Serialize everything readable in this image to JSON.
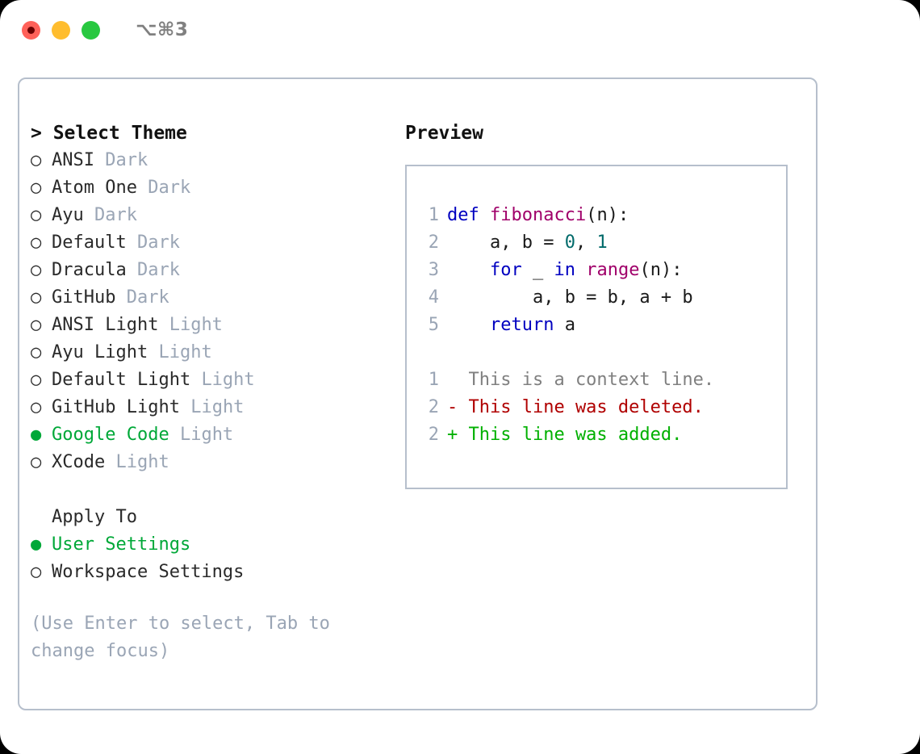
{
  "window": {
    "shortcut_label": "⌥⌘3",
    "traffic_lights": [
      "close-button",
      "minimize-button",
      "maximize-button"
    ]
  },
  "theme_picker": {
    "title": "> Select Theme",
    "bullet_selected": "●",
    "bullet_unselected": "○",
    "options": [
      {
        "name": "ANSI",
        "kind": "Dark",
        "selected": false
      },
      {
        "name": "Atom One",
        "kind": "Dark",
        "selected": false
      },
      {
        "name": "Ayu",
        "kind": "Dark",
        "selected": false
      },
      {
        "name": "Default",
        "kind": "Dark",
        "selected": false
      },
      {
        "name": "Dracula",
        "kind": "Dark",
        "selected": false
      },
      {
        "name": "GitHub",
        "kind": "Dark",
        "selected": false
      },
      {
        "name": "ANSI Light",
        "kind": "Light",
        "selected": false
      },
      {
        "name": "Ayu Light",
        "kind": "Light",
        "selected": false
      },
      {
        "name": "Default Light",
        "kind": "Light",
        "selected": false
      },
      {
        "name": "GitHub Light",
        "kind": "Light",
        "selected": false
      },
      {
        "name": "Google Code",
        "kind": "Light",
        "selected": true
      },
      {
        "name": "XCode",
        "kind": "Light",
        "selected": false
      }
    ]
  },
  "apply_to": {
    "header": "Apply To",
    "options": [
      {
        "name": "User Settings",
        "selected": true
      },
      {
        "name": "Workspace Settings",
        "selected": false
      }
    ]
  },
  "hint": "(Use Enter to select, Tab to change focus)",
  "preview": {
    "title": "Preview",
    "code_lines": [
      {
        "no": "1",
        "tokens": [
          {
            "t": "def ",
            "c": "kw"
          },
          {
            "t": "fibonacci",
            "c": "fn"
          },
          {
            "t": "(n):",
            "c": "plain"
          }
        ]
      },
      {
        "no": "2",
        "tokens": [
          {
            "t": "    a, b = ",
            "c": "plain"
          },
          {
            "t": "0",
            "c": "num"
          },
          {
            "t": ", ",
            "c": "plain"
          },
          {
            "t": "1",
            "c": "num"
          }
        ]
      },
      {
        "no": "3",
        "tokens": [
          {
            "t": "    ",
            "c": "plain"
          },
          {
            "t": "for",
            "c": "kw"
          },
          {
            "t": " _ ",
            "c": "plain"
          },
          {
            "t": "in",
            "c": "kw"
          },
          {
            "t": " ",
            "c": "plain"
          },
          {
            "t": "range",
            "c": "fn"
          },
          {
            "t": "(n):",
            "c": "plain"
          }
        ]
      },
      {
        "no": "4",
        "tokens": [
          {
            "t": "        a, b = b, a + b",
            "c": "plain"
          }
        ]
      },
      {
        "no": "5",
        "tokens": [
          {
            "t": "    ",
            "c": "plain"
          },
          {
            "t": "return",
            "c": "kw"
          },
          {
            "t": " a",
            "c": "plain"
          }
        ]
      }
    ],
    "diff_lines": [
      {
        "no": "1",
        "text": "  This is a context line.",
        "kind": "ctx"
      },
      {
        "no": "2",
        "text": "- This line was deleted.",
        "kind": "del"
      },
      {
        "no": "2",
        "text": "+ This line was added.",
        "kind": "add"
      }
    ]
  },
  "colors": {
    "accent_green": "#00a838",
    "muted": "#9aa5b5",
    "border": "#b6bfcc",
    "keyword": "#0000c0",
    "function": "#a0006a",
    "number": "#006a6a",
    "diff_added": "#00b000",
    "diff_deleted": "#b00000",
    "diff_context": "#808080"
  }
}
